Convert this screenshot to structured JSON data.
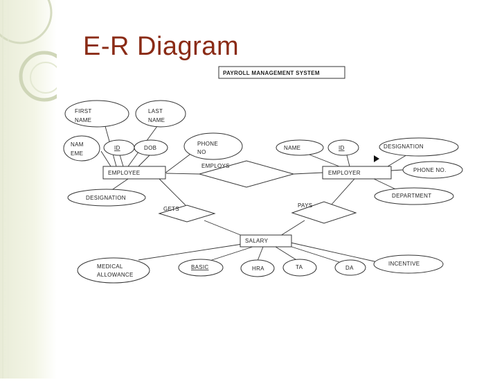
{
  "slide": {
    "title": "E-R Diagram"
  },
  "diagram": {
    "system_title": "PAYROLL  MANAGEMENT SYSTEM",
    "entities": {
      "employee": "EMPLOYEE",
      "employer": "EMPLOYER",
      "salary": "SALARY"
    },
    "relationships": {
      "employs": "EMPLOYS",
      "gets": "GETS",
      "pays": "PAYS"
    },
    "attributes": {
      "first_name_1": "FIRST",
      "first_name_2": "NAME",
      "last_name_1": "LAST",
      "last_name_2": "NAME",
      "name_eme_1": "NAM",
      "name_eme_2": "EME",
      "emp_id": "ID",
      "dob": "DOB",
      "phone_no_1": "PHONE",
      "phone_no_2": "NO",
      "emp_designation": "DESIGNATION",
      "employer_name": "NAME",
      "employer_id": "ID",
      "employer_designation": "DESIGNATION",
      "employer_phone": "PHONE NO.",
      "department": "DEPARTMENT",
      "medical_1": "MEDICAL",
      "medical_2": "ALLOWANCE",
      "basic": "BASIC",
      "hra": "HRA",
      "ta": "TA",
      "da": "DA",
      "incentive": "INCENTIVE"
    },
    "colors": {
      "title": "#8a2b16",
      "stroke": "#333333"
    }
  }
}
